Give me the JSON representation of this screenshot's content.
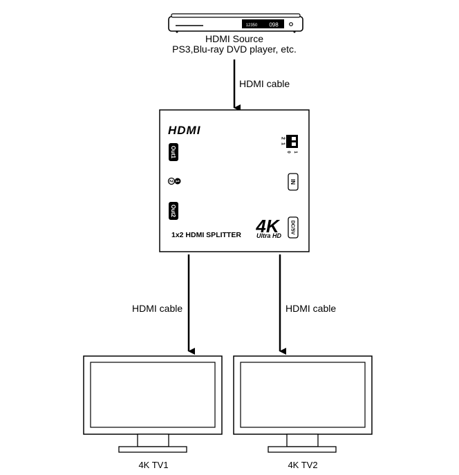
{
  "source": {
    "display_counter": "12350",
    "display_value": "098",
    "title": "HDMI Source",
    "subtitle": "PS3,Blu-ray DVD player, etc."
  },
  "cables": {
    "input_label": "HDMI cable",
    "out1_label": "HDMI cable",
    "out2_label": "HDMI cable"
  },
  "splitter": {
    "logo": "HDMI",
    "out1_label": "Out1",
    "out2_label": "Out2",
    "led_1": "1",
    "led_2": "2",
    "in_label": "IN",
    "dip_labels": [
      "1",
      "2"
    ],
    "dip_positions": [
      "0",
      "1"
    ],
    "badge_4k": "4K",
    "badge_ultra_hd": "Ultra HD",
    "power_label": "DC/5V",
    "model_label": "1x2 HDMI SPLITTER"
  },
  "displays": [
    {
      "label": "4K TV1"
    },
    {
      "label": "4K TV2"
    }
  ]
}
